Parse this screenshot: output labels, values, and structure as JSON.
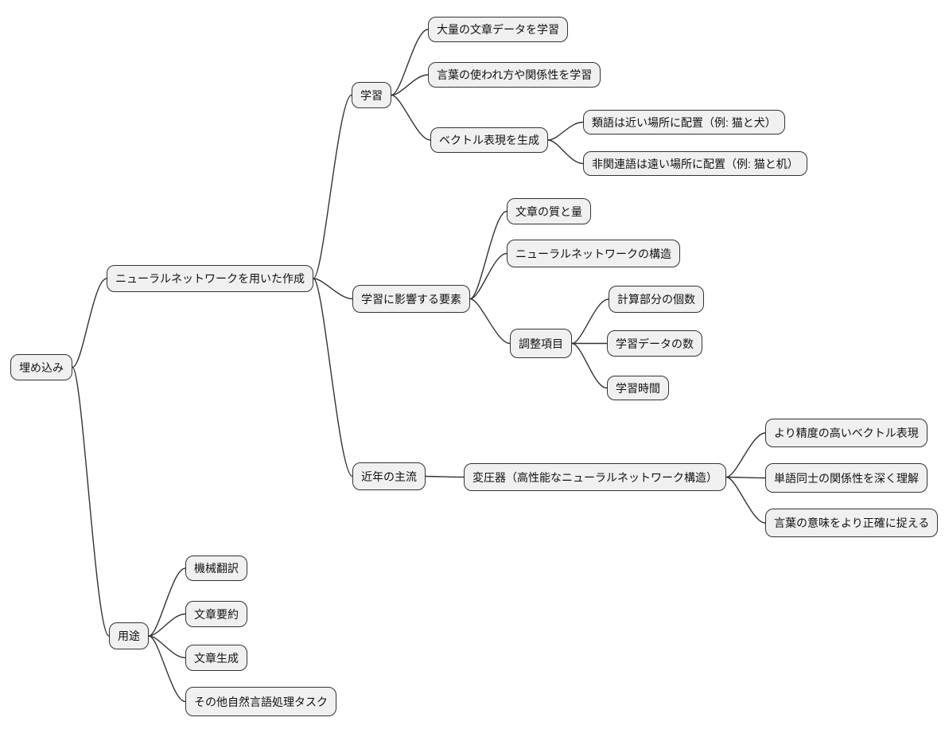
{
  "diagram": {
    "type": "mindmap",
    "background_color": "#ffffff",
    "node_fill_color": "#f0f0f0",
    "node_border_color": "#333333",
    "edge_color": "#333333",
    "text_color": "#111111"
  },
  "mindmap": {
    "root": {
      "label": "埋め込み",
      "children": [
        {
          "label": "ニューラルネットワークを用いた作成",
          "children": [
            {
              "label": "学習",
              "children": [
                {
                  "label": "大量の文章データを学習"
                },
                {
                  "label": "言葉の使われ方や関係性を学習"
                },
                {
                  "label": "ベクトル表現を生成",
                  "children": [
                    {
                      "label": "類語は近い場所に配置（例: 猫と犬）"
                    },
                    {
                      "label": "非関連語は遠い場所に配置（例: 猫と机）"
                    }
                  ]
                }
              ]
            },
            {
              "label": "学習に影響する要素",
              "children": [
                {
                  "label": "文章の質と量"
                },
                {
                  "label": "ニューラルネットワークの構造"
                },
                {
                  "label": "調整項目",
                  "children": [
                    {
                      "label": "計算部分の個数"
                    },
                    {
                      "label": "学習データの数"
                    },
                    {
                      "label": "学習時間"
                    }
                  ]
                }
              ]
            },
            {
              "label": "近年の主流",
              "children": [
                {
                  "label": "変圧器（高性能なニューラルネットワーク構造）",
                  "children": [
                    {
                      "label": "より精度の高いベクトル表現"
                    },
                    {
                      "label": "単語同士の関係性を深く理解"
                    },
                    {
                      "label": "言葉の意味をより正確に捉える"
                    }
                  ]
                }
              ]
            }
          ]
        },
        {
          "label": "用途",
          "children": [
            {
              "label": "機械翻訳"
            },
            {
              "label": "文章要約"
            },
            {
              "label": "文章生成"
            },
            {
              "label": "その他自然言語処理タスク"
            }
          ]
        }
      ]
    }
  }
}
